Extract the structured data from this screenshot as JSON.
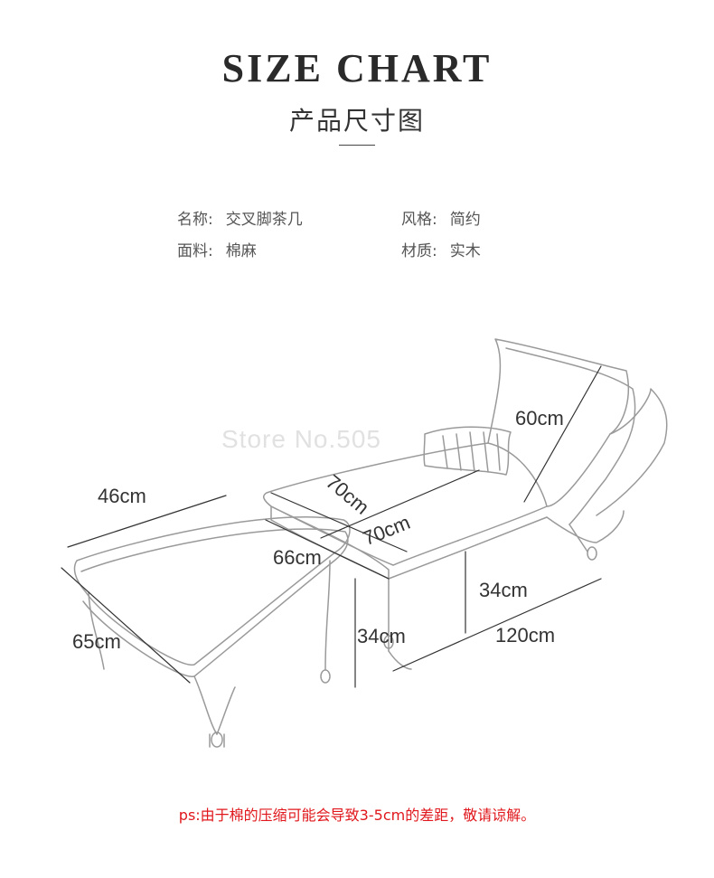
{
  "header": {
    "title": "SIZE CHART",
    "subtitle": "产品尺寸图"
  },
  "specs": {
    "name_label": "名称:",
    "name_value": "交叉脚茶几",
    "style_label": "风格:",
    "style_value": "简约",
    "fabric_label": "面料:",
    "fabric_value": "棉麻",
    "material_label": "材质:",
    "material_value": "实木"
  },
  "watermark": "Store No.505",
  "dimensions": {
    "ottoman_width": "46cm",
    "ottoman_length": "65cm",
    "ottoman_height": "34cm",
    "seat_depth": "66cm",
    "back_height": "60cm",
    "cushion_a": "70cm",
    "cushion_b": "70cm",
    "sofa_height": "34cm",
    "sofa_length": "120cm"
  },
  "note": "ps:由于棉的压缩可能会导致3-5cm的差距，敬请谅解。"
}
